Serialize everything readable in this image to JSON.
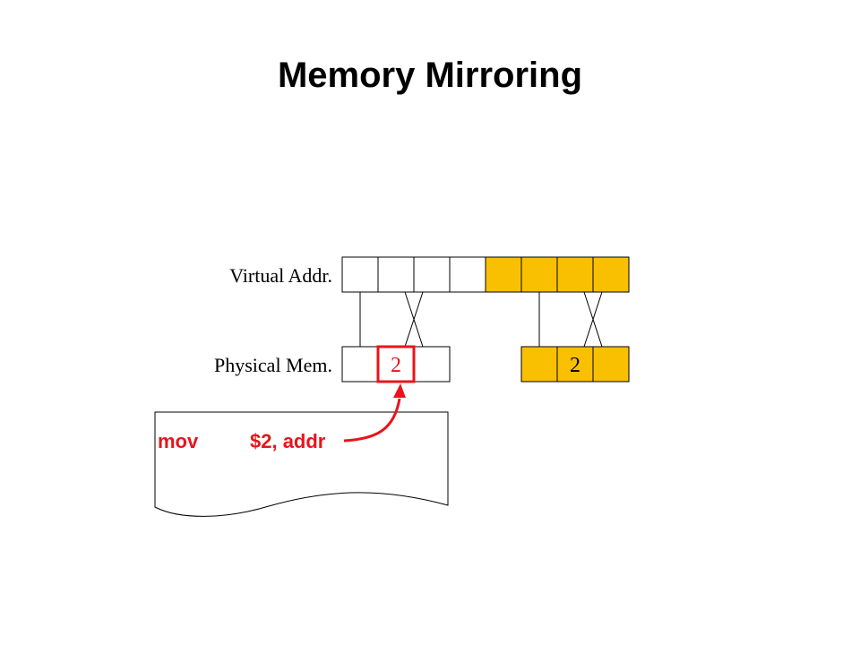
{
  "title": "Memory Mirroring",
  "labels": {
    "virtual": "Virtual Addr.",
    "physical": "Physical Mem."
  },
  "physical_values": {
    "left_middle": "2",
    "right_middle": "2"
  },
  "code": {
    "op": "mov",
    "args": "$2, addr"
  },
  "colors": {
    "highlight_fill": "#F8C000",
    "accent_red": "#E8141B",
    "cell_stroke": "#000000"
  }
}
